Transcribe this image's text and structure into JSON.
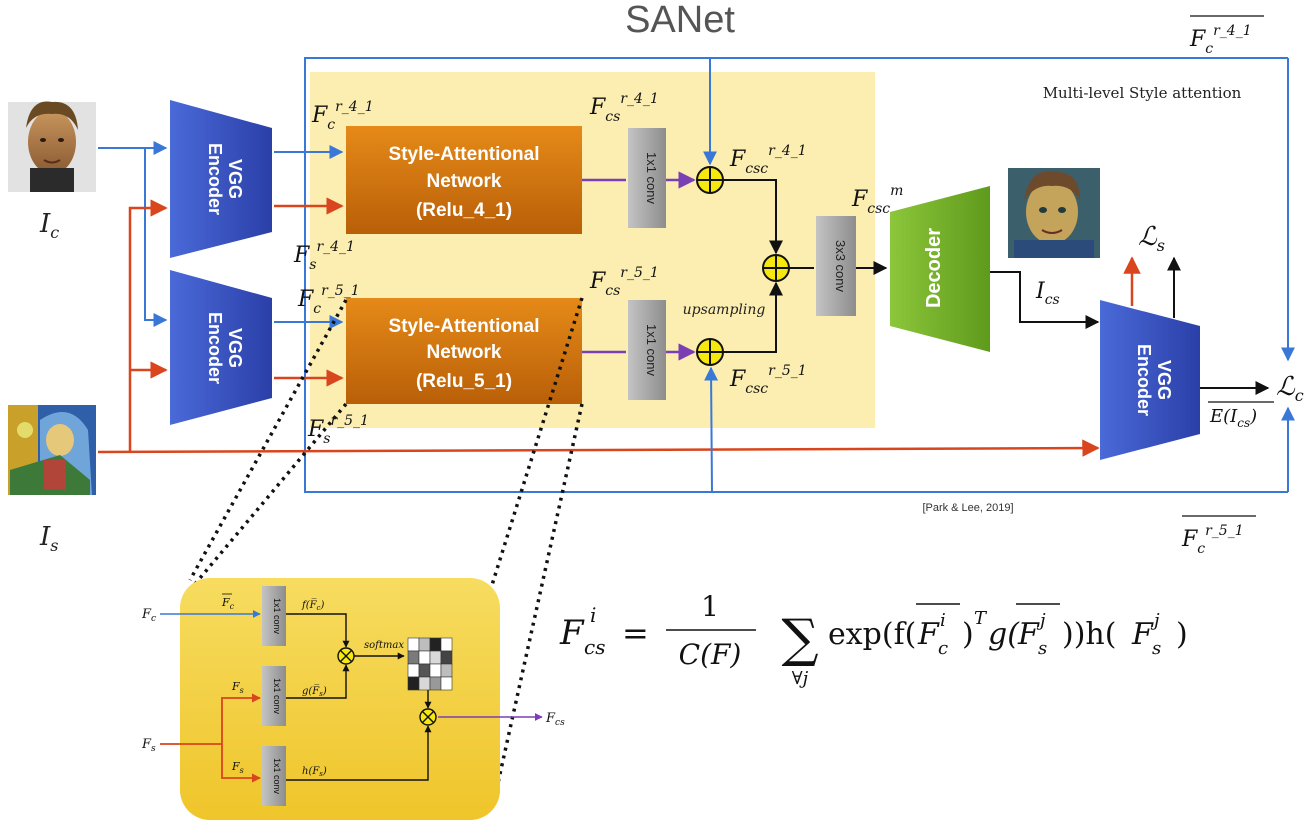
{
  "title": "SANet",
  "caption_multilevel": "Multi-level Style attention",
  "citation": "[Park & Lee, 2019]",
  "sublabel_upsampling": "upsampling",
  "inputs": {
    "content_label": "I",
    "content_sub": "c",
    "style_label": "I",
    "style_sub": "s",
    "output_label": "I",
    "output_sub": "cs"
  },
  "encoders": {
    "enc1_line1": "VGG",
    "enc1_line2": "Encoder",
    "enc2_line1": "VGG",
    "enc2_line2": "Encoder",
    "enc3_line1": "VGG",
    "enc3_line2": "Encoder"
  },
  "san_blocks": {
    "san1": [
      "Style-Attentional",
      "Network",
      "(Relu_4_1)"
    ],
    "san2": [
      "Style-Attentional",
      "Network",
      "(Relu_5_1)"
    ]
  },
  "convs": {
    "conv1": "1x1 conv",
    "conv2": "1x1 conv",
    "conv3": "3x3 conv"
  },
  "decoder": "Decoder",
  "math": {
    "F": "F",
    "c": "c",
    "s": "s",
    "cs": "cs",
    "csc": "csc",
    "r41": "r_4_1",
    "r51": "r_5_1",
    "m": "m",
    "Ls_script": "ℒ",
    "Ls_sub": "s",
    "Lc_script": "ℒ",
    "Lc_sub": "c",
    "E_label": "E(I",
    "E_sub": "cs",
    "E_close": ")"
  },
  "inset": {
    "Fc_in": "F",
    "Fc_in_sub": "c",
    "Fs_in": "F",
    "Fs_in_sub": "s",
    "Fc_bar": "F",
    "Fc_bar_sub": "c",
    "Fs_a": "F",
    "Fs_a_sub": "s",
    "Fs_b": "F",
    "Fs_b_sub": "s",
    "conv_a": "1x1 conv",
    "conv_b": "1x1 conv",
    "conv_c": "1x1 conv",
    "f_label": "f(F̅",
    "f_label_sub": "c",
    "f_close": ")",
    "g_label": "g(F̅",
    "g_label_sub": "s",
    "g_close": ")",
    "h_label": "h(F",
    "h_label_sub": "s",
    "h_close": ")",
    "softmax": "softmax",
    "out": "F",
    "out_sub": "cs"
  },
  "equation": {
    "lhs_F": "F",
    "lhs_sup": "i",
    "lhs_sub": "cs",
    "eq": "=",
    "num": "1",
    "den": "C(F)",
    "sum": "∑",
    "sum_under": "∀j",
    "body": "exp(f(",
    "Fci_F": "F",
    "Fci_sup": "i",
    "Fci_sub": "c",
    "T": "T",
    "g_open": "g(",
    "Fsj_F": "F",
    "Fsj_sup": "j",
    "Fsj_sub": "s",
    "close": "))h(",
    "Fsj2_F": "F",
    "Fsj2_sup": "j",
    "Fsj2_sub": "s",
    "end": ")"
  },
  "colors": {
    "blue_line": "#3a78d8",
    "red_line": "#d9451c",
    "purple_line": "#7a3fb5",
    "yellow_panel": "#fbeeb0",
    "orange_block": "#d97b12",
    "encoder_blue": "#3a55c6",
    "decoder_green": "#7ab42a",
    "conv_gray": "#a8a8a8",
    "inset_yellow": "#f3cf3a"
  }
}
